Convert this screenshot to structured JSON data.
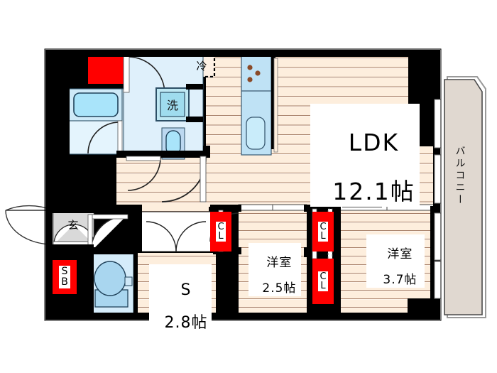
{
  "plan": {
    "type": "japanese-apartment-floor-plan",
    "rooms": [
      {
        "id": "ldk",
        "name": "LDK",
        "size": "12.1帖",
        "label_line1": "LDK",
        "label_line2": "12.1帖"
      },
      {
        "id": "washitsu_a",
        "name": "洋室",
        "size": "2.5帖",
        "label_line1": "洋室",
        "label_line2": "2.5帖"
      },
      {
        "id": "washitsu_b",
        "name": "洋室",
        "size": "3.7帖",
        "label_line1": "洋室",
        "label_line2": "3.7帖"
      },
      {
        "id": "service_room",
        "name": "S",
        "size": "2.8帖",
        "label_line1": "S",
        "label_line2": "2.8帖"
      }
    ],
    "closets": [
      {
        "id": "cl1",
        "label_line1": "C",
        "label_line2": "L"
      },
      {
        "id": "cl2",
        "label_line1": "C",
        "label_line2": "L"
      },
      {
        "id": "cl3",
        "label_line1": "C",
        "label_line2": "L"
      }
    ],
    "shoe_box": {
      "label_line1": "S",
      "label_line2": "B"
    },
    "entrance": {
      "label": "玄"
    },
    "appliances": {
      "refrigerator": {
        "label": "冷"
      },
      "washing_machine": {
        "label": "洗"
      }
    },
    "balcony": {
      "label": "バルコニー"
    },
    "colors": {
      "wall": "#000000",
      "floor_base": "#fdeedd",
      "floor_stripe": "#8c6a52",
      "closet_red": "#ff0000",
      "water_blue": "#cce9f7",
      "fixture_blue": "#a9d6ef",
      "balcony_fill": "#e0d8d0",
      "genkan_gray": "#d9d9d9"
    }
  }
}
